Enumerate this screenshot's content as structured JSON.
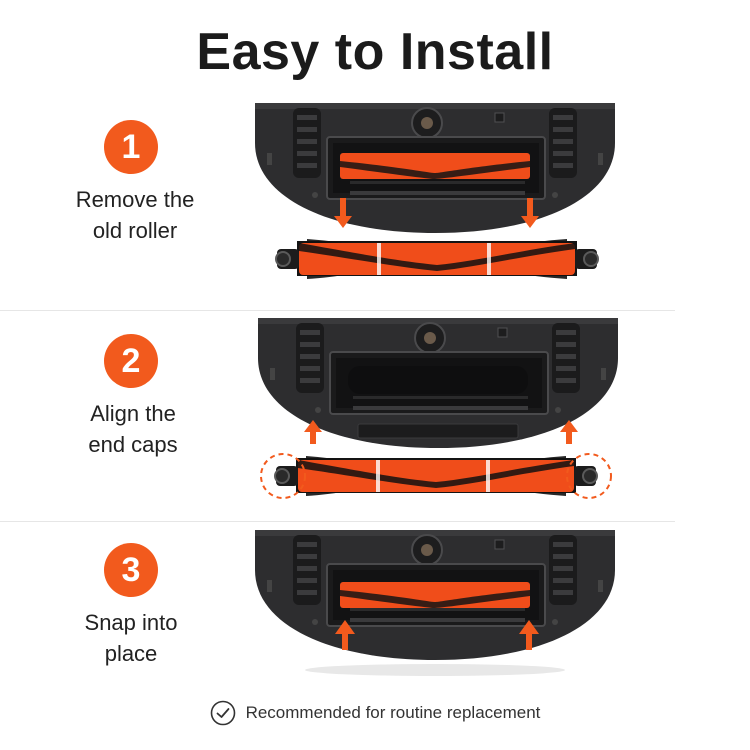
{
  "title": "Easy to Install",
  "accent_color": "#f25a1d",
  "steps": [
    {
      "number": "1",
      "line1": "Remove the",
      "line2": "old roller"
    },
    {
      "number": "2",
      "line1": "Align the",
      "line2": "end caps"
    },
    {
      "number": "3",
      "line1": "Snap into",
      "line2": "place"
    }
  ],
  "footer": {
    "text": "Recommended for routine replacement",
    "icon": "check-circle-icon"
  }
}
